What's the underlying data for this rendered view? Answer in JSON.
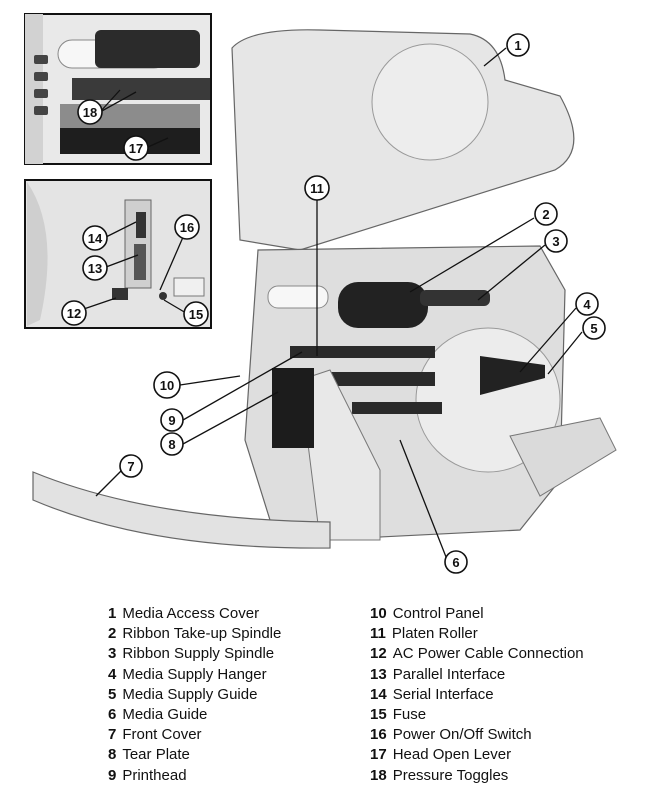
{
  "callouts": [
    {
      "num": "1"
    },
    {
      "num": "2"
    },
    {
      "num": "3"
    },
    {
      "num": "4"
    },
    {
      "num": "5"
    },
    {
      "num": "6"
    },
    {
      "num": "7"
    },
    {
      "num": "8"
    },
    {
      "num": "9"
    },
    {
      "num": "10"
    },
    {
      "num": "11"
    },
    {
      "num": "12"
    },
    {
      "num": "13"
    },
    {
      "num": "14"
    },
    {
      "num": "15"
    },
    {
      "num": "16"
    },
    {
      "num": "17"
    },
    {
      "num": "18"
    }
  ],
  "legend": {
    "left": [
      {
        "num": "1",
        "label": "Media Access Cover"
      },
      {
        "num": "2",
        "label": "Ribbon Take-up Spindle"
      },
      {
        "num": "3",
        "label": "Ribbon Supply Spindle"
      },
      {
        "num": "4",
        "label": "Media Supply Hanger"
      },
      {
        "num": "5",
        "label": "Media Supply Guide"
      },
      {
        "num": "6",
        "label": "Media Guide"
      },
      {
        "num": "7",
        "label": "Front Cover"
      },
      {
        "num": "8",
        "label": "Tear Plate"
      },
      {
        "num": "9",
        "label": "Printhead"
      }
    ],
    "right": [
      {
        "num": "10",
        "label": "Control Panel"
      },
      {
        "num": "11",
        "label": "Platen Roller"
      },
      {
        "num": "12",
        "label": "AC Power Cable Connection"
      },
      {
        "num": "13",
        "label": "Parallel Interface"
      },
      {
        "num": "14",
        "label": "Serial Interface"
      },
      {
        "num": "15",
        "label": "Fuse"
      },
      {
        "num": "16",
        "label": "Power On/Off Switch"
      },
      {
        "num": "17",
        "label": "Head Open Lever"
      },
      {
        "num": "18",
        "label": "Pressure Toggles"
      }
    ]
  }
}
